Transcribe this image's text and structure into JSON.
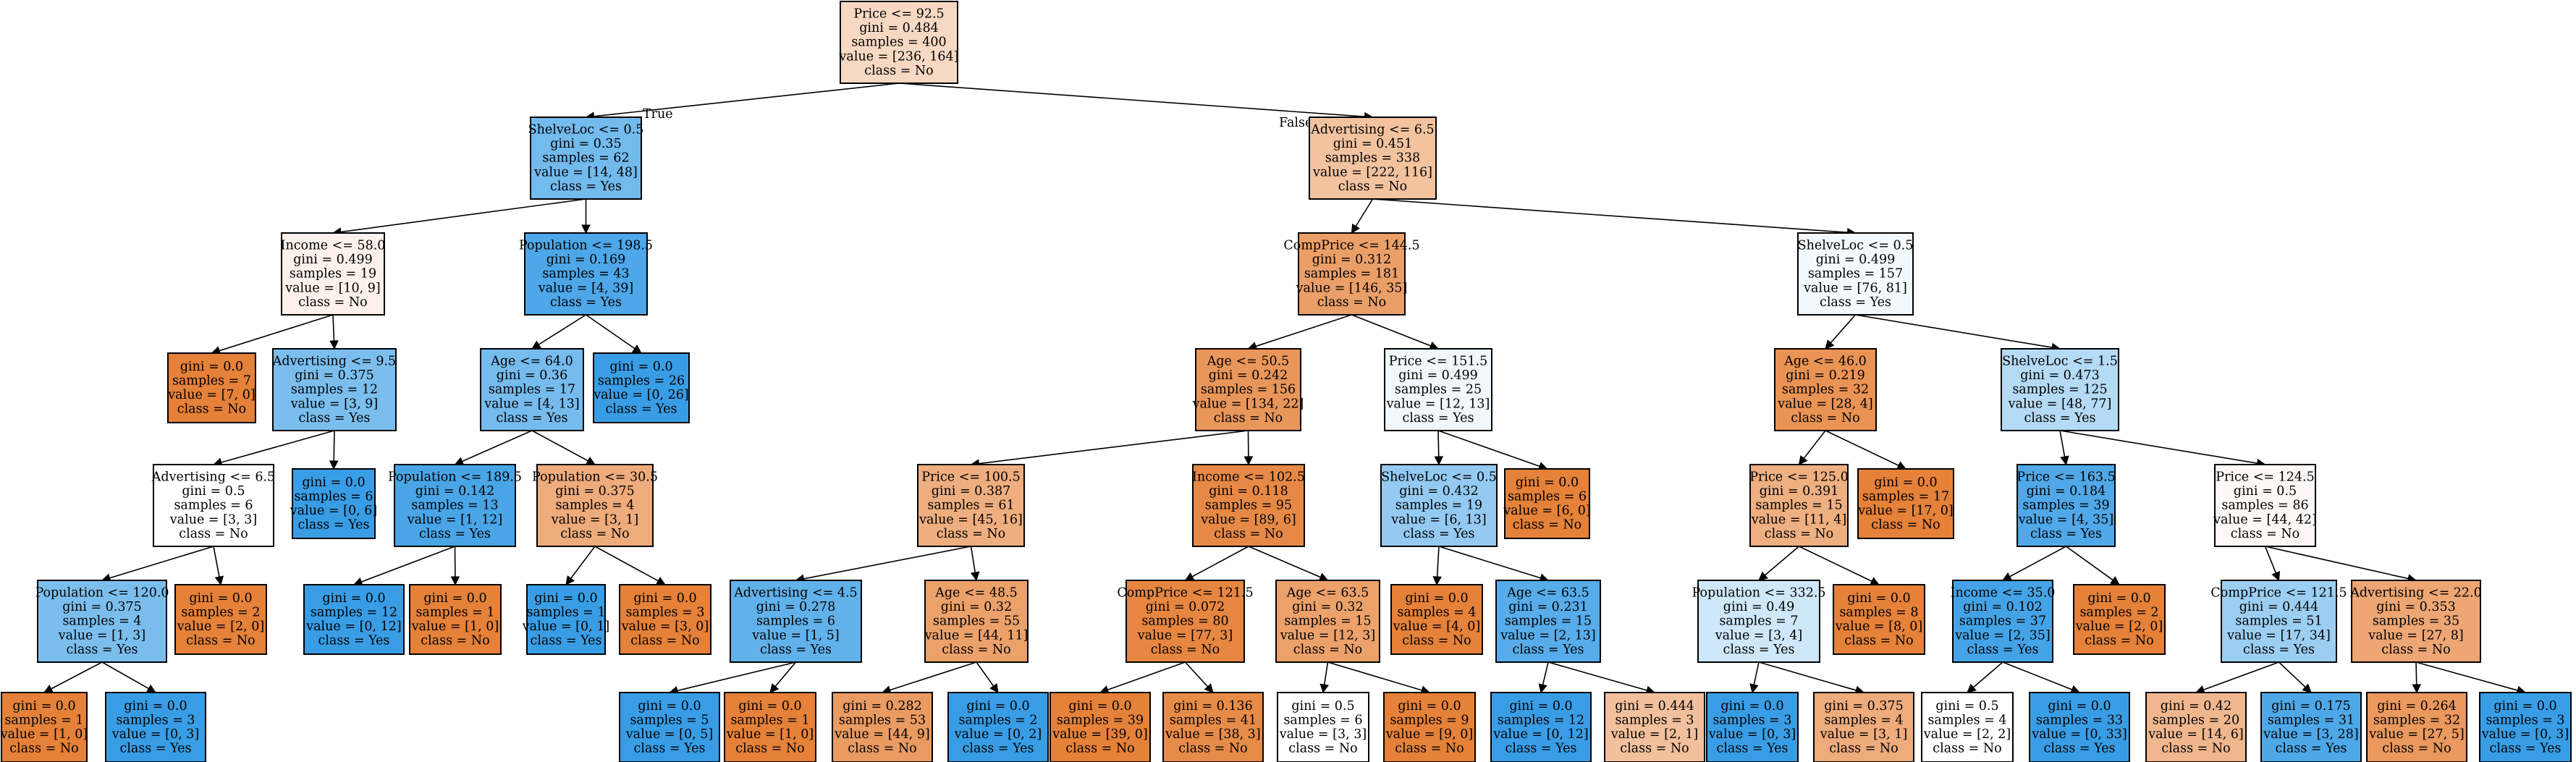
{
  "colors": {
    "no": "#e58139",
    "yes": "#399de5",
    "edge": "#000000",
    "neutral": "#ffffff"
  },
  "edge_labels": {
    "true_label": "True",
    "false_label": "False"
  },
  "nodes": [
    {
      "id": 0,
      "lines": [
        "Price <= 92.5",
        "gini = 0.484",
        "samples = 400",
        "value = [236, 164]",
        "class = No"
      ],
      "class": "No",
      "value": [
        236,
        164
      ]
    },
    {
      "id": 1,
      "lines": [
        "ShelveLoc <= 0.5",
        "gini = 0.35",
        "samples = 62",
        "value = [14, 48]",
        "class = Yes"
      ],
      "class": "Yes",
      "value": [
        14,
        48
      ]
    },
    {
      "id": 2,
      "lines": [
        "Advertising <= 6.5",
        "gini = 0.451",
        "samples = 338",
        "value = [222, 116]",
        "class = No"
      ],
      "class": "No",
      "value": [
        222,
        116
      ]
    },
    {
      "id": 3,
      "lines": [
        "Income <= 58.0",
        "gini = 0.499",
        "samples = 19",
        "value = [10, 9]",
        "class = No"
      ],
      "class": "No",
      "value": [
        10,
        9
      ]
    },
    {
      "id": 4,
      "lines": [
        "Population <= 198.5",
        "gini = 0.169",
        "samples = 43",
        "value = [4, 39]",
        "class = Yes"
      ],
      "class": "Yes",
      "value": [
        4,
        39
      ]
    },
    {
      "id": 5,
      "lines": [
        "CompPrice <= 144.5",
        "gini = 0.312",
        "samples = 181",
        "value = [146, 35]",
        "class = No"
      ],
      "class": "No",
      "value": [
        146,
        35
      ]
    },
    {
      "id": 6,
      "lines": [
        "ShelveLoc <= 0.5",
        "gini = 0.499",
        "samples = 157",
        "value = [76, 81]",
        "class = Yes"
      ],
      "class": "Yes",
      "value": [
        76,
        81
      ]
    },
    {
      "id": 7,
      "lines": [
        "gini = 0.0",
        "samples = 7",
        "value = [7, 0]",
        "class = No"
      ],
      "class": "No",
      "value": [
        7,
        0
      ]
    },
    {
      "id": 8,
      "lines": [
        "Advertising <= 9.5",
        "gini = 0.375",
        "samples = 12",
        "value = [3, 9]",
        "class = Yes"
      ],
      "class": "Yes",
      "value": [
        3,
        9
      ]
    },
    {
      "id": 9,
      "lines": [
        "Age <= 64.0",
        "gini = 0.36",
        "samples = 17",
        "value = [4, 13]",
        "class = Yes"
      ],
      "class": "Yes",
      "value": [
        4,
        13
      ]
    },
    {
      "id": 10,
      "lines": [
        "gini = 0.0",
        "samples = 26",
        "value = [0, 26]",
        "class = Yes"
      ],
      "class": "Yes",
      "value": [
        0,
        26
      ]
    },
    {
      "id": 11,
      "lines": [
        "Age <= 50.5",
        "gini = 0.242",
        "samples = 156",
        "value = [134, 22]",
        "class = No"
      ],
      "class": "No",
      "value": [
        134,
        22
      ]
    },
    {
      "id": 12,
      "lines": [
        "Price <= 151.5",
        "gini = 0.499",
        "samples = 25",
        "value = [12, 13]",
        "class = Yes"
      ],
      "class": "Yes",
      "value": [
        12,
        13
      ]
    },
    {
      "id": 13,
      "lines": [
        "Age <= 46.0",
        "gini = 0.219",
        "samples = 32",
        "value = [28, 4]",
        "class = No"
      ],
      "class": "No",
      "value": [
        28,
        4
      ]
    },
    {
      "id": 14,
      "lines": [
        "ShelveLoc <= 1.5",
        "gini = 0.473",
        "samples = 125",
        "value = [48, 77]",
        "class = Yes"
      ],
      "class": "Yes",
      "value": [
        48,
        77
      ]
    },
    {
      "id": 15,
      "lines": [
        "Advertising <= 6.5",
        "gini = 0.5",
        "samples = 6",
        "value = [3, 3]",
        "class = No"
      ],
      "class": "No",
      "value": [
        3,
        3
      ]
    },
    {
      "id": 16,
      "lines": [
        "gini = 0.0",
        "samples = 6",
        "value = [0, 6]",
        "class = Yes"
      ],
      "class": "Yes",
      "value": [
        0,
        6
      ]
    },
    {
      "id": 17,
      "lines": [
        "Population <= 189.5",
        "gini = 0.142",
        "samples = 13",
        "value = [1, 12]",
        "class = Yes"
      ],
      "class": "Yes",
      "value": [
        1,
        12
      ]
    },
    {
      "id": 18,
      "lines": [
        "Population <= 30.5",
        "gini = 0.375",
        "samples = 4",
        "value = [3, 1]",
        "class = No"
      ],
      "class": "No",
      "value": [
        3,
        1
      ]
    },
    {
      "id": 19,
      "lines": [
        "Price <= 100.5",
        "gini = 0.387",
        "samples = 61",
        "value = [45, 16]",
        "class = No"
      ],
      "class": "No",
      "value": [
        45,
        16
      ]
    },
    {
      "id": 20,
      "lines": [
        "Income <= 102.5",
        "gini = 0.118",
        "samples = 95",
        "value = [89, 6]",
        "class = No"
      ],
      "class": "No",
      "value": [
        89,
        6
      ]
    },
    {
      "id": 21,
      "lines": [
        "ShelveLoc <= 0.5",
        "gini = 0.432",
        "samples = 19",
        "value = [6, 13]",
        "class = Yes"
      ],
      "class": "Yes",
      "value": [
        6,
        13
      ]
    },
    {
      "id": 22,
      "lines": [
        "gini = 0.0",
        "samples = 6",
        "value = [6, 0]",
        "class = No"
      ],
      "class": "No",
      "value": [
        6,
        0
      ]
    },
    {
      "id": 23,
      "lines": [
        "Price <= 125.0",
        "gini = 0.391",
        "samples = 15",
        "value = [11, 4]",
        "class = No"
      ],
      "class": "No",
      "value": [
        11,
        4
      ]
    },
    {
      "id": 24,
      "lines": [
        "gini = 0.0",
        "samples = 17",
        "value = [17, 0]",
        "class = No"
      ],
      "class": "No",
      "value": [
        17,
        0
      ]
    },
    {
      "id": 25,
      "lines": [
        "Price <= 163.5",
        "gini = 0.184",
        "samples = 39",
        "value = [4, 35]",
        "class = Yes"
      ],
      "class": "Yes",
      "value": [
        4,
        35
      ]
    },
    {
      "id": 26,
      "lines": [
        "Price <= 124.5",
        "gini = 0.5",
        "samples = 86",
        "value = [44, 42]",
        "class = No"
      ],
      "class": "No",
      "value": [
        44,
        42
      ]
    },
    {
      "id": 27,
      "lines": [
        "Population <= 120.0",
        "gini = 0.375",
        "samples = 4",
        "value = [1, 3]",
        "class = Yes"
      ],
      "class": "Yes",
      "value": [
        1,
        3
      ]
    },
    {
      "id": 28,
      "lines": [
        "gini = 0.0",
        "samples = 2",
        "value = [2, 0]",
        "class = No"
      ],
      "class": "No",
      "value": [
        2,
        0
      ]
    },
    {
      "id": 29,
      "lines": [
        "gini = 0.0",
        "samples = 12",
        "value = [0, 12]",
        "class = Yes"
      ],
      "class": "Yes",
      "value": [
        0,
        12
      ]
    },
    {
      "id": 30,
      "lines": [
        "gini = 0.0",
        "samples = 1",
        "value = [1, 0]",
        "class = No"
      ],
      "class": "No",
      "value": [
        1,
        0
      ]
    },
    {
      "id": 31,
      "lines": [
        "gini = 0.0",
        "samples = 1",
        "value = [0, 1]",
        "class = Yes"
      ],
      "class": "Yes",
      "value": [
        0,
        1
      ]
    },
    {
      "id": 32,
      "lines": [
        "gini = 0.0",
        "samples = 3",
        "value = [3, 0]",
        "class = No"
      ],
      "class": "No",
      "value": [
        3,
        0
      ]
    },
    {
      "id": 33,
      "lines": [
        "Advertising <= 4.5",
        "gini = 0.278",
        "samples = 6",
        "value = [1, 5]",
        "class = Yes"
      ],
      "class": "Yes",
      "value": [
        1,
        5
      ]
    },
    {
      "id": 34,
      "lines": [
        "Age <= 48.5",
        "gini = 0.32",
        "samples = 55",
        "value = [44, 11]",
        "class = No"
      ],
      "class": "No",
      "value": [
        44,
        11
      ]
    },
    {
      "id": 35,
      "lines": [
        "CompPrice <= 121.5",
        "gini = 0.072",
        "samples = 80",
        "value = [77, 3]",
        "class = No"
      ],
      "class": "No",
      "value": [
        77,
        3
      ]
    },
    {
      "id": 36,
      "lines": [
        "Age <= 63.5",
        "gini = 0.32",
        "samples = 15",
        "value = [12, 3]",
        "class = No"
      ],
      "class": "No",
      "value": [
        12,
        3
      ]
    },
    {
      "id": 37,
      "lines": [
        "gini = 0.0",
        "samples = 4",
        "value = [4, 0]",
        "class = No"
      ],
      "class": "No",
      "value": [
        4,
        0
      ]
    },
    {
      "id": 38,
      "lines": [
        "Age <= 63.5",
        "gini = 0.231",
        "samples = 15",
        "value = [2, 13]",
        "class = Yes"
      ],
      "class": "Yes",
      "value": [
        2,
        13
      ]
    },
    {
      "id": 39,
      "lines": [
        "Population <= 332.5",
        "gini = 0.49",
        "samples = 7",
        "value = [3, 4]",
        "class = Yes"
      ],
      "class": "Yes",
      "value": [
        3,
        4
      ]
    },
    {
      "id": 40,
      "lines": [
        "gini = 0.0",
        "samples = 8",
        "value = [8, 0]",
        "class = No"
      ],
      "class": "No",
      "value": [
        8,
        0
      ]
    },
    {
      "id": 41,
      "lines": [
        "Income <= 35.0",
        "gini = 0.102",
        "samples = 37",
        "value = [2, 35]",
        "class = Yes"
      ],
      "class": "Yes",
      "value": [
        2,
        35
      ]
    },
    {
      "id": 42,
      "lines": [
        "gini = 0.0",
        "samples = 2",
        "value = [2, 0]",
        "class = No"
      ],
      "class": "No",
      "value": [
        2,
        0
      ]
    },
    {
      "id": 43,
      "lines": [
        "CompPrice <= 121.5",
        "gini = 0.444",
        "samples = 51",
        "value = [17, 34]",
        "class = Yes"
      ],
      "class": "Yes",
      "value": [
        17,
        34
      ]
    },
    {
      "id": 44,
      "lines": [
        "Advertising <= 22.0",
        "gini = 0.353",
        "samples = 35",
        "value = [27, 8]",
        "class = No"
      ],
      "class": "No",
      "value": [
        27,
        8
      ]
    },
    {
      "id": 45,
      "lines": [
        "gini = 0.0",
        "samples = 1",
        "value = [1, 0]",
        "class = No"
      ],
      "class": "No",
      "value": [
        1,
        0
      ]
    },
    {
      "id": 46,
      "lines": [
        "gini = 0.0",
        "samples = 3",
        "value = [0, 3]",
        "class = Yes"
      ],
      "class": "Yes",
      "value": [
        0,
        3
      ]
    },
    {
      "id": 47,
      "lines": [
        "gini = 0.0",
        "samples = 5",
        "value = [0, 5]",
        "class = Yes"
      ],
      "class": "Yes",
      "value": [
        0,
        5
      ]
    },
    {
      "id": 48,
      "lines": [
        "gini = 0.0",
        "samples = 1",
        "value = [1, 0]",
        "class = No"
      ],
      "class": "No",
      "value": [
        1,
        0
      ]
    },
    {
      "id": 49,
      "lines": [
        "gini = 0.282",
        "samples = 53",
        "value = [44, 9]",
        "class = No"
      ],
      "class": "No",
      "value": [
        44,
        9
      ]
    },
    {
      "id": 50,
      "lines": [
        "gini = 0.0",
        "samples = 2",
        "value = [0, 2]",
        "class = Yes"
      ],
      "class": "Yes",
      "value": [
        0,
        2
      ]
    },
    {
      "id": 51,
      "lines": [
        "gini = 0.0",
        "samples = 39",
        "value = [39, 0]",
        "class = No"
      ],
      "class": "No",
      "value": [
        39,
        0
      ]
    },
    {
      "id": 52,
      "lines": [
        "gini = 0.136",
        "samples = 41",
        "value = [38, 3]",
        "class = No"
      ],
      "class": "No",
      "value": [
        38,
        3
      ]
    },
    {
      "id": 53,
      "lines": [
        "gini = 0.5",
        "samples = 6",
        "value = [3, 3]",
        "class = No"
      ],
      "class": "No",
      "value": [
        3,
        3
      ]
    },
    {
      "id": 54,
      "lines": [
        "gini = 0.0",
        "samples = 9",
        "value = [9, 0]",
        "class = No"
      ],
      "class": "No",
      "value": [
        9,
        0
      ]
    },
    {
      "id": 55,
      "lines": [
        "gini = 0.0",
        "samples = 12",
        "value = [0, 12]",
        "class = Yes"
      ],
      "class": "Yes",
      "value": [
        0,
        12
      ]
    },
    {
      "id": 56,
      "lines": [
        "gini = 0.444",
        "samples = 3",
        "value = [2, 1]",
        "class = No"
      ],
      "class": "No",
      "value": [
        2,
        1
      ]
    },
    {
      "id": 57,
      "lines": [
        "gini = 0.0",
        "samples = 3",
        "value = [0, 3]",
        "class = Yes"
      ],
      "class": "Yes",
      "value": [
        0,
        3
      ]
    },
    {
      "id": 58,
      "lines": [
        "gini = 0.375",
        "samples = 4",
        "value = [3, 1]",
        "class = No"
      ],
      "class": "No",
      "value": [
        3,
        1
      ]
    },
    {
      "id": 59,
      "lines": [
        "gini = 0.5",
        "samples = 4",
        "value = [2, 2]",
        "class = No"
      ],
      "class": "No",
      "value": [
        2,
        2
      ]
    },
    {
      "id": 60,
      "lines": [
        "gini = 0.0",
        "samples = 33",
        "value = [0, 33]",
        "class = Yes"
      ],
      "class": "Yes",
      "value": [
        0,
        33
      ]
    },
    {
      "id": 61,
      "lines": [
        "gini = 0.42",
        "samples = 20",
        "value = [14, 6]",
        "class = No"
      ],
      "class": "No",
      "value": [
        14,
        6
      ]
    },
    {
      "id": 62,
      "lines": [
        "gini = 0.175",
        "samples = 31",
        "value = [3, 28]",
        "class = Yes"
      ],
      "class": "Yes",
      "value": [
        3,
        28
      ]
    },
    {
      "id": 63,
      "lines": [
        "gini = 0.264",
        "samples = 32",
        "value = [27, 5]",
        "class = No"
      ],
      "class": "No",
      "value": [
        27,
        5
      ]
    },
    {
      "id": 64,
      "lines": [
        "gini = 0.0",
        "samples = 3",
        "value = [0, 3]",
        "class = Yes"
      ],
      "class": "Yes",
      "value": [
        0,
        3
      ]
    }
  ],
  "edges": [
    {
      "from": 0,
      "to": 1,
      "label": "true_label"
    },
    {
      "from": 0,
      "to": 2,
      "label": "false_label"
    },
    {
      "from": 1,
      "to": 3
    },
    {
      "from": 1,
      "to": 4
    },
    {
      "from": 2,
      "to": 5
    },
    {
      "from": 2,
      "to": 6
    },
    {
      "from": 3,
      "to": 7
    },
    {
      "from": 3,
      "to": 8
    },
    {
      "from": 4,
      "to": 9
    },
    {
      "from": 4,
      "to": 10
    },
    {
      "from": 5,
      "to": 11
    },
    {
      "from": 5,
      "to": 12
    },
    {
      "from": 6,
      "to": 13
    },
    {
      "from": 6,
      "to": 14
    },
    {
      "from": 8,
      "to": 15
    },
    {
      "from": 8,
      "to": 16
    },
    {
      "from": 9,
      "to": 17
    },
    {
      "from": 9,
      "to": 18
    },
    {
      "from": 11,
      "to": 19
    },
    {
      "from": 11,
      "to": 20
    },
    {
      "from": 12,
      "to": 21
    },
    {
      "from": 12,
      "to": 22
    },
    {
      "from": 13,
      "to": 23
    },
    {
      "from": 13,
      "to": 24
    },
    {
      "from": 14,
      "to": 25
    },
    {
      "from": 14,
      "to": 26
    },
    {
      "from": 15,
      "to": 27
    },
    {
      "from": 15,
      "to": 28
    },
    {
      "from": 17,
      "to": 29
    },
    {
      "from": 17,
      "to": 30
    },
    {
      "from": 18,
      "to": 31
    },
    {
      "from": 18,
      "to": 32
    },
    {
      "from": 19,
      "to": 33
    },
    {
      "from": 19,
      "to": 34
    },
    {
      "from": 20,
      "to": 35
    },
    {
      "from": 20,
      "to": 36
    },
    {
      "from": 21,
      "to": 37
    },
    {
      "from": 21,
      "to": 38
    },
    {
      "from": 23,
      "to": 39
    },
    {
      "from": 23,
      "to": 40
    },
    {
      "from": 25,
      "to": 41
    },
    {
      "from": 25,
      "to": 42
    },
    {
      "from": 26,
      "to": 43
    },
    {
      "from": 26,
      "to": 44
    },
    {
      "from": 27,
      "to": 45
    },
    {
      "from": 27,
      "to": 46
    },
    {
      "from": 33,
      "to": 47
    },
    {
      "from": 33,
      "to": 48
    },
    {
      "from": 34,
      "to": 49
    },
    {
      "from": 34,
      "to": 50
    },
    {
      "from": 35,
      "to": 51
    },
    {
      "from": 35,
      "to": 52
    },
    {
      "from": 36,
      "to": 53
    },
    {
      "from": 36,
      "to": 54
    },
    {
      "from": 38,
      "to": 55
    },
    {
      "from": 38,
      "to": 56
    },
    {
      "from": 39,
      "to": 57
    },
    {
      "from": 39,
      "to": 58
    },
    {
      "from": 41,
      "to": 59
    },
    {
      "from": 41,
      "to": 60
    },
    {
      "from": 43,
      "to": 61
    },
    {
      "from": 43,
      "to": 62
    },
    {
      "from": 44,
      "to": 63
    },
    {
      "from": 44,
      "to": 64
    }
  ]
}
